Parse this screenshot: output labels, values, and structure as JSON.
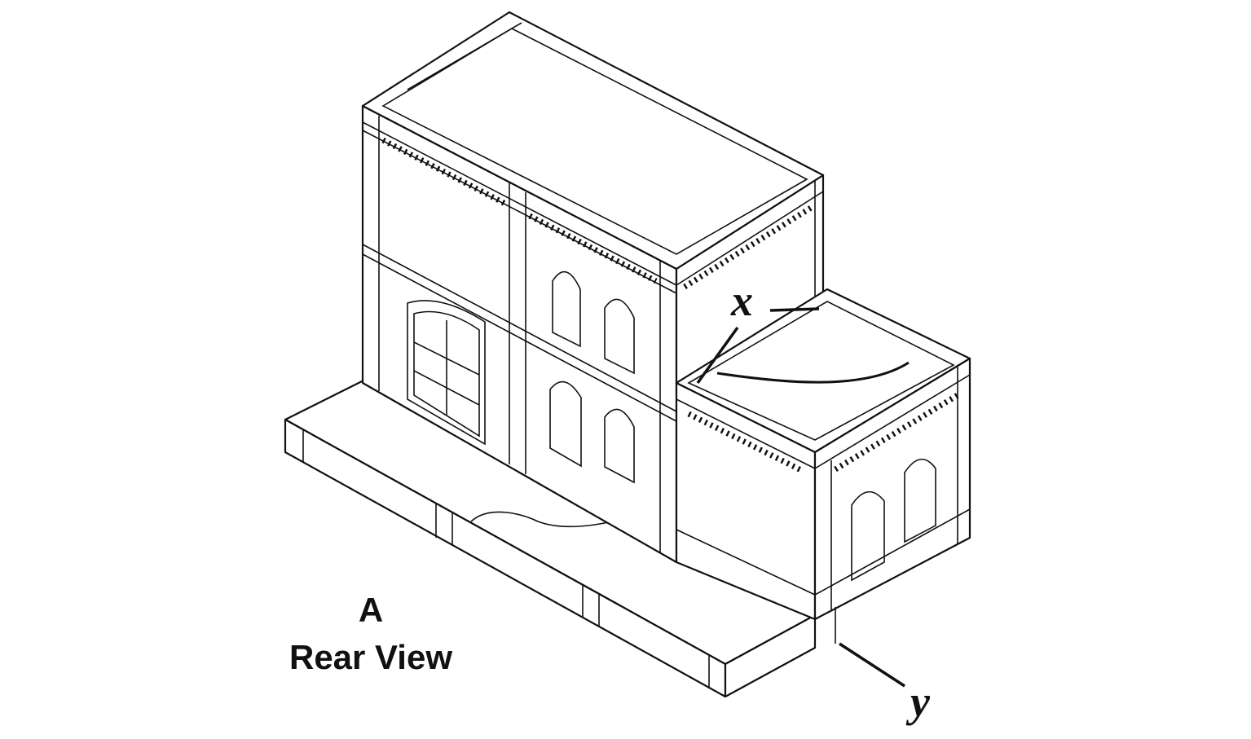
{
  "figure": {
    "label_letter": "A",
    "label_title": "Rear View",
    "callouts": [
      "x",
      "y"
    ]
  },
  "colors": {
    "line": "#111111",
    "background": "#ffffff"
  }
}
